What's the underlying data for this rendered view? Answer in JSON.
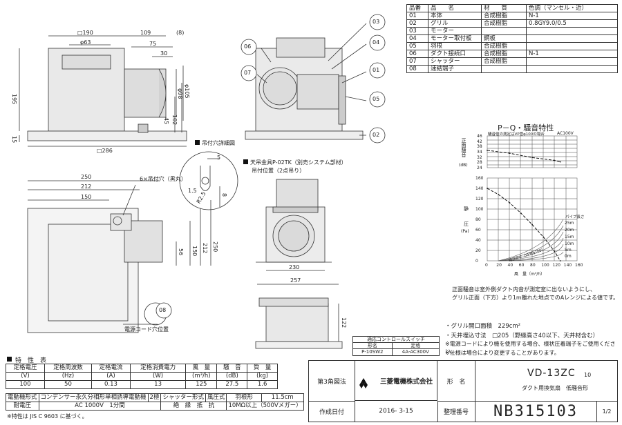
{
  "parts_table": {
    "headers": [
      "品番",
      "品　　名",
      "材　　質",
      "色調（マンセル・近）"
    ],
    "rows": [
      [
        "01",
        "本体",
        "合成樹脂",
        "N-1"
      ],
      [
        "02",
        "グリル",
        "合成樹脂",
        "0.8GY9.0/0.5"
      ],
      [
        "03",
        "モーター",
        "",
        ""
      ],
      [
        "04",
        "モーター取付板",
        "鋼板",
        ""
      ],
      [
        "05",
        "羽根",
        "合成樹脂",
        ""
      ],
      [
        "06",
        "ダクト接続口",
        "合成樹脂",
        "N-1"
      ],
      [
        "07",
        "シャッター",
        "合成樹脂",
        ""
      ],
      [
        "08",
        "速結端子",
        "",
        ""
      ]
    ]
  },
  "front_view": {
    "dims": [
      "□190",
      "φ63",
      "109",
      "(8)",
      "75",
      "30",
      "φ98",
      "φ105",
      "195",
      "45",
      "102",
      "15",
      "□286"
    ]
  },
  "side_view": {
    "callouts": [
      "03",
      "04",
      "01",
      "05",
      "02",
      "06",
      "07"
    ]
  },
  "detail": {
    "title": "吊付穴詳細図",
    "dims": [
      "5",
      "R2.5",
      "1.5",
      "8"
    ]
  },
  "bottom_view": {
    "dims": [
      "250",
      "212",
      "150",
      "6×吊付穴（黒丸）",
      "56",
      "150",
      "212",
      "250",
      "電源コード穴位置",
      "08"
    ]
  },
  "suspension": {
    "line1": "天吊金具P-02TK（別売システム部材）",
    "line2": "吊付位置（2点吊り）",
    "dims": [
      "230",
      "257",
      "122"
    ]
  },
  "pq_chart": {
    "title": "P－Q・騒音特性",
    "condition": "騒音値の測定はVP管φ100の場合",
    "voltage": "AC100V",
    "noise_label": "正面騒音",
    "noise_unit": "(dB)",
    "noise_ticks": [
      "46",
      "42",
      "38",
      "34",
      "32",
      "28",
      "24"
    ],
    "pressure_label_1": "静",
    "pressure_label_2": "圧",
    "pressure_unit": "(Pa)",
    "pressure_ticks": [
      "160",
      "140",
      "120",
      "100",
      "80",
      "60",
      "40",
      "20",
      "0"
    ],
    "x_ticks": [
      "0",
      "20",
      "40",
      "60",
      "80",
      "100",
      "120",
      "140",
      "160"
    ],
    "x_label": "風　量（m³/h）",
    "pipe_label": "パイプ長さ",
    "pipe_lengths": [
      "25m",
      "20m",
      "15m",
      "10m",
      "5m",
      "0m"
    ],
    "equiv_label": "相当長さ（VP管φ100）"
  },
  "chart_data": {
    "type": "line",
    "title": "P－Q・騒音特性",
    "xlabel": "風　量（m³/h）",
    "ylabel": "静圧 (Pa)",
    "xlim": [
      0,
      160
    ],
    "ylim": [
      0,
      160
    ],
    "series": [
      {
        "name": "",
        "x": [
          0,
          20,
          40,
          60,
          80,
          100,
          120,
          130
        ],
        "y": [
          140,
          128,
          112,
          92,
          70,
          46,
          18,
          0
        ]
      }
    ],
    "noise": {
      "ylim": [
        24,
        46
      ],
      "x": [
        0,
        40,
        80,
        120,
        130
      ],
      "y": [
        36,
        34,
        31,
        29,
        28
      ]
    }
  },
  "notes": {
    "note1": "正面騒音は室外側ダクト内音が測定室に出ないようにし、",
    "note2": "グリル正面（下方）より1m離れた地点でのAレンジによる値です。",
    "grille": "・グリル開口面積　229cm²",
    "ceiling": "・天井埋込寸法　□205（野縁高さ40以下、天井材含む）",
    "cord": "※電源コードにより機を使用する場合、様状圧着端子をご使用ください。",
    "spec_change": "※仕様は場合により変更することがあります。"
  },
  "switch_table": {
    "title": "適応コントロールスイッチ",
    "headers": [
      "形名",
      "定格"
    ],
    "row": [
      "P-10SW2",
      "4A-AC300V"
    ]
  },
  "spec_table": {
    "title": "特　性　表",
    "headers": [
      "定格電圧",
      "定格周波数",
      "定格電流",
      "定格消費電力",
      "風　量",
      "騒　音",
      "質　量"
    ],
    "units": [
      "(V)",
      "(Hz)",
      "(A)",
      "(W)",
      "(m³/h)",
      "(dB)",
      "(kg)"
    ],
    "values": [
      "100",
      "50",
      "0.13",
      "13",
      "125",
      "27.5",
      "1.6"
    ],
    "row2": [
      "電動機形式",
      "コンデンサー永久分相形単相誘導電動機",
      "2極",
      "シャッター形式",
      "風圧式",
      "羽根形",
      "11.5cm"
    ],
    "row3": [
      "耐電圧",
      "AC 1000V　1分間",
      "絶　縁　抵　抗",
      "10MΩ以上（500Vメガー）"
    ],
    "footnote": "※特性は JIS C 9603 に基づく。"
  },
  "title_block": {
    "projection": "第3角図法",
    "company": "三菱電機株式会社",
    "model_label": "形　名",
    "model": "VD-13ZC",
    "model_sub": "10",
    "product": "ダクト用換気扇　低騒音形",
    "created_label": "作成日付",
    "date": "2016- 3-15",
    "doc_label": "整理番号",
    "doc_number": "NB315103",
    "page": "1/2"
  }
}
